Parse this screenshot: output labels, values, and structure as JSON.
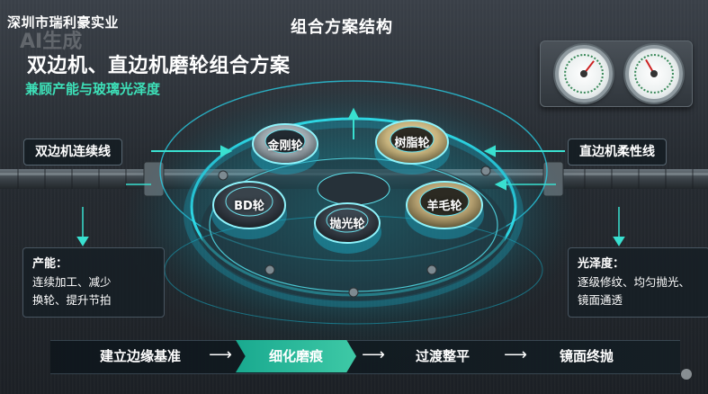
{
  "company": "深圳市瑞利豪实业",
  "watermark": "AI生成",
  "top_title": "组合方案结构",
  "headline": "双边机、直边机磨轮组合方案",
  "subline": "兼顾产能与玻璃光泽度",
  "left_tag": "双边机连续线",
  "right_tag": "直边机柔性线",
  "wheels": {
    "diamond": "金刚轮",
    "resin": "树脂轮",
    "bd": "BD轮",
    "wool": "羊毛轮",
    "polish": "抛光轮"
  },
  "info_left": {
    "title": "产能：",
    "lines": [
      "连续加工、减少",
      "换轮、提升节拍"
    ]
  },
  "info_right": {
    "title": "光泽度：",
    "lines": [
      "逐级修纹、均匀抛光、",
      "镜面通透"
    ]
  },
  "steps": [
    "建立边缘基准",
    "细化磨痕",
    "过渡整平",
    "镜面终抛"
  ],
  "arrow_glyph": "⟶",
  "colors": {
    "accent": "#3de0b8",
    "glow": "#22d8ee",
    "active_step": "#2bb898"
  },
  "icons": [
    "pressure-gauge-icon",
    "arrow-right-icon",
    "wheel-icon"
  ]
}
